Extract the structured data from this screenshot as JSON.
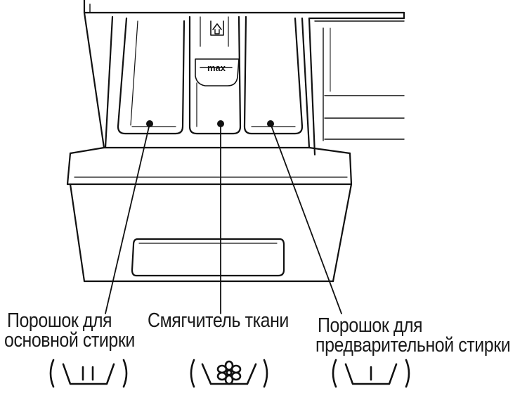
{
  "diagram": {
    "drawer_mark": "max",
    "compartments": [
      {
        "label_line1": "Порошок для",
        "label_line2": "основной стирки",
        "symbol": "main-wash-tub-icon"
      },
      {
        "label_line1": "Смягчитель ткани",
        "symbol": "flower-softener-icon"
      },
      {
        "label_line1": "Порошок для",
        "label_line2": "предварительной стирки",
        "symbol": "prewash-tub-icon"
      }
    ]
  }
}
